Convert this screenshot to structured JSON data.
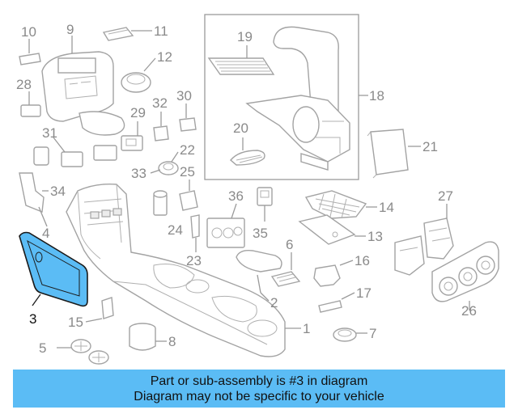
{
  "diagram": {
    "callouts": {
      "c1": "1",
      "c2": "2",
      "c3": "3",
      "c4": "4",
      "c5": "5",
      "c6": "6",
      "c7": "7",
      "c8": "8",
      "c9": "9",
      "c10": "10",
      "c11": "11",
      "c12": "12",
      "c13": "13",
      "c14": "14",
      "c15": "15",
      "c16": "16",
      "c17": "17",
      "c18": "18",
      "c19": "19",
      "c20": "20",
      "c21": "21",
      "c22": "22",
      "c23": "23",
      "c24": "24",
      "c25": "25",
      "c26": "26",
      "c27": "27",
      "c28": "28",
      "c29": "29",
      "c30": "30",
      "c31": "31",
      "c32": "32",
      "c33": "33",
      "c34": "34",
      "c35": "35",
      "c36": "36"
    },
    "highlighted_part": "3",
    "highlight_color": "#5bbcf5",
    "banner_color": "#5bbcf5"
  },
  "banner": {
    "line1": "Part or sub-assembly is #3 in diagram",
    "line2": "Diagram may not be specific to your vehicle"
  }
}
